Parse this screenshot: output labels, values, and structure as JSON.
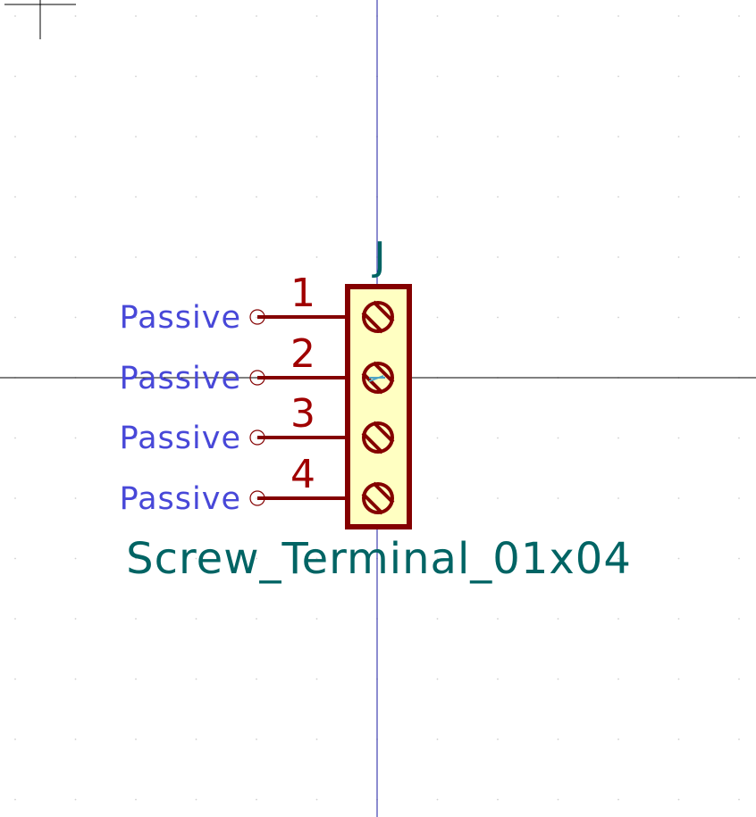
{
  "symbol": {
    "reference": "J",
    "value": "Screw_Terminal_01x04",
    "pins": [
      {
        "number": "1",
        "type": "Passive"
      },
      {
        "number": "2",
        "type": "Passive"
      },
      {
        "number": "3",
        "type": "Passive"
      },
      {
        "number": "4",
        "type": "Passive"
      }
    ]
  },
  "colors": {
    "background": "#ffffff",
    "grid_dot": "#d0d0d0",
    "axis_line": "#1a1aa0",
    "crosshair": "#000000",
    "body_outline": "#840000",
    "body_fill": "#ffffc2",
    "pin_line": "#840000",
    "pin_number": "#a00000",
    "pin_type": "#4848d8",
    "field_text": "#006464"
  },
  "icons": {
    "terminal": "screw-terminal-icon",
    "pin_endpoint": "pin-endpoint-circle-icon",
    "cursor": "crosshair-cursor-icon",
    "anchor": "anchor-icon"
  }
}
